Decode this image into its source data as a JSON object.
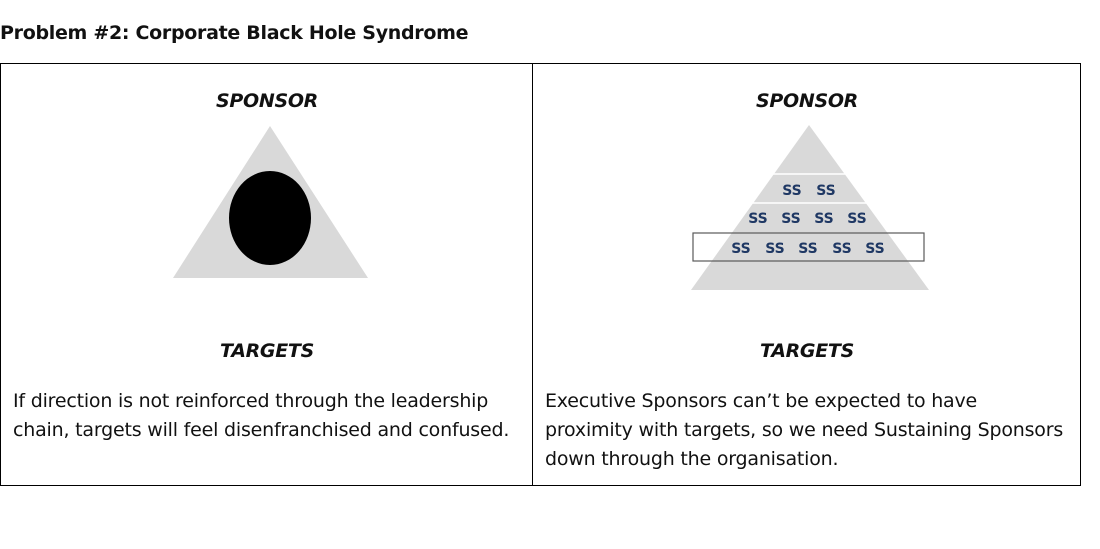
{
  "page": {
    "title": "Problem #2: Corporate Black Hole Syndrome"
  },
  "left_panel": {
    "top_label": "SPONSOR",
    "bottom_label": "TARGETS",
    "description_lines": [
      "If direction is not reinforced through the leadership",
      "chain, targets will feel disenfranchised and confused."
    ]
  },
  "right_panel": {
    "top_label": "SPONSOR",
    "bottom_label": "TARGETS",
    "pyramid_rows": [
      [
        "SS",
        "SS"
      ],
      [
        "SS",
        "SS",
        "SS",
        "SS"
      ],
      [
        "SS",
        "SS",
        "SS",
        "SS",
        "SS"
      ]
    ],
    "description_lines": [
      "Executive Sponsors can’t be expected to have",
      "proximity with targets, so we need Sustaining Sponsors",
      "down through the organisation."
    ]
  },
  "colors": {
    "triangle_fill": "#d9d9d9",
    "black_hole": "#000000",
    "ss_text": "#1f3864",
    "border": "#000000",
    "highlight_box": "#595959"
  }
}
